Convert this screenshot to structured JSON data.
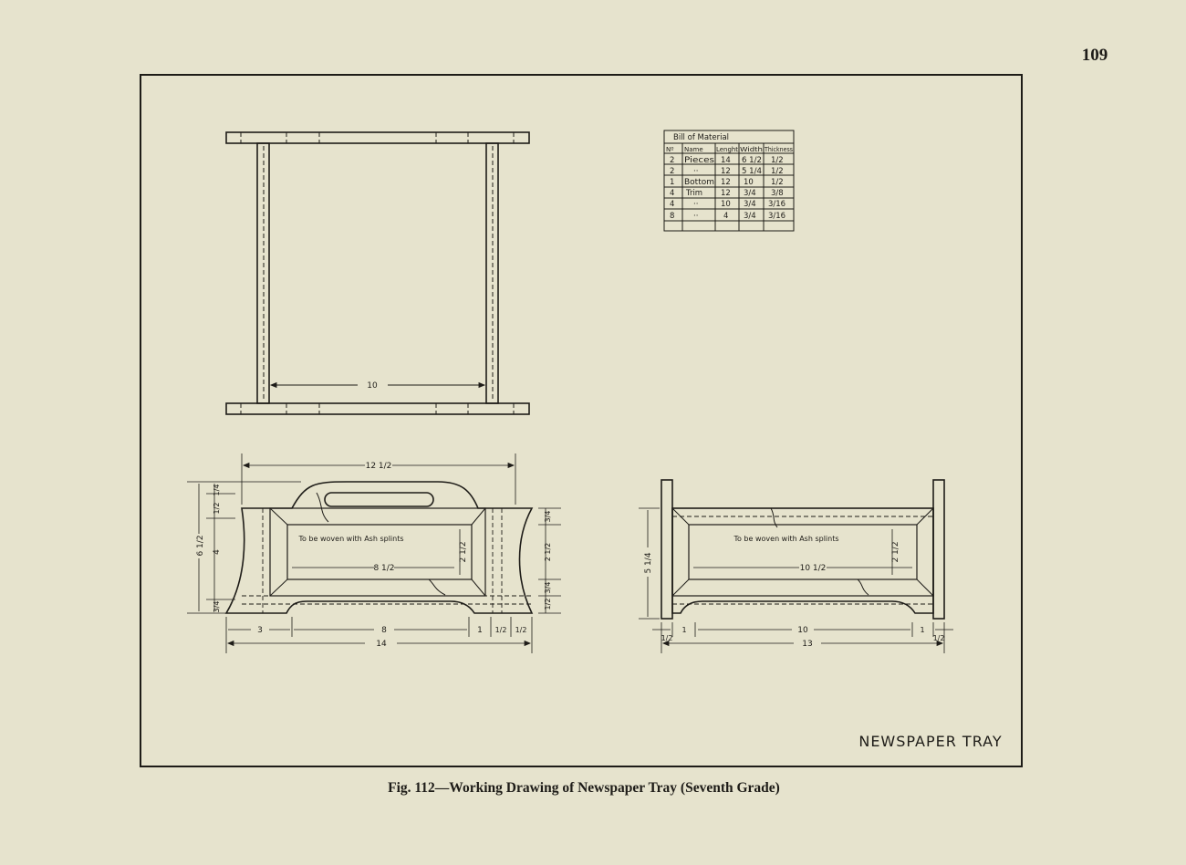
{
  "page_number": "109",
  "caption": "Fig. 112—Working Drawing of Newspaper Tray (Seventh Grade)",
  "drawing_title": "NEWSPAPER TRAY",
  "bill_of_material": {
    "title": "Bill of Material",
    "headers": [
      "Nº",
      "Name",
      "Lenght",
      "Width",
      "Thickness"
    ],
    "rows": [
      [
        "2",
        "Pieces",
        "14",
        "6 1/2",
        "1/2"
      ],
      [
        "2",
        "··",
        "12",
        "5 1/4",
        "1/2"
      ],
      [
        "1",
        "Bottom",
        "12",
        "10",
        "1/2"
      ],
      [
        "4",
        "Trim",
        "12",
        "3/4",
        "3/8"
      ],
      [
        "4",
        "··",
        "10",
        "3/4",
        "3/16"
      ],
      [
        "8",
        "··",
        "4",
        "3/4",
        "3/16"
      ]
    ]
  },
  "top_view": {
    "inner_width": "10"
  },
  "front_view": {
    "overall_top": "12 1/2",
    "note": "To be woven with Ash splints",
    "panel_width": "8 1/2",
    "panel_height": "2 1/2",
    "left_dims": [
      "1/4",
      "1/2",
      "4",
      "3/4"
    ],
    "left_total": "6 1/2",
    "right_dims": [
      "3/4",
      "2 1/2",
      "3/4",
      "1/2"
    ],
    "bottom_dims": [
      "3",
      "8",
      "1",
      "1/2",
      "1/2"
    ],
    "overall_bottom": "14"
  },
  "end_view": {
    "note": "To be woven with Ash splints",
    "panel_width": "10 1/2",
    "panel_height": "2 1/2",
    "left_total": "5 1/4",
    "bottom_dims": [
      "1/2",
      "1",
      "10",
      "1",
      "1/2"
    ],
    "overall_bottom": "13"
  }
}
